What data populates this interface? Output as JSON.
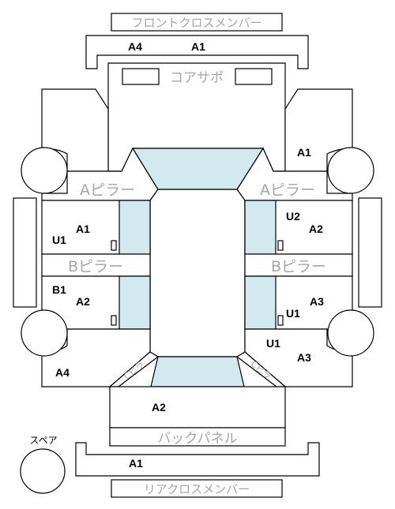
{
  "labels": {
    "front_cross_member": "フロントクロスメンバー",
    "core_support": "コアサポ",
    "a_pillar_left": "Aピラー",
    "a_pillar_right": "Aピラー",
    "b_pillar_left": "Bピラー",
    "b_pillar_right": "Bピラー",
    "back_panel": "バックパネル",
    "rear_cross_member": "リアクロスメンバー",
    "spare": "スペア",
    "c_pillar_left": "Cピラ",
    "c_pillar_right": "Cピラ"
  },
  "codes": {
    "front_member_a4": "A4",
    "front_member_a1": "A1",
    "right_fender_a1": "A1",
    "left_front_door_a1": "A1",
    "left_front_door_u1": "U1",
    "right_front_door_u2": "U2",
    "right_front_door_a2": "A2",
    "left_rear_door_b1": "B1",
    "left_rear_door_a2": "A2",
    "right_rear_door_a3": "A3",
    "right_rear_door_u1": "U1",
    "right_rear_fender_u1": "U1",
    "right_rear_fender_a3": "A3",
    "left_rear_fender_a4": "A4",
    "trunk_a2": "A2",
    "rear_member_a1": "A1"
  },
  "colors": {
    "glass": "#d3e9f0",
    "outline": "#000000",
    "label_grey": "#a6a6a6"
  }
}
